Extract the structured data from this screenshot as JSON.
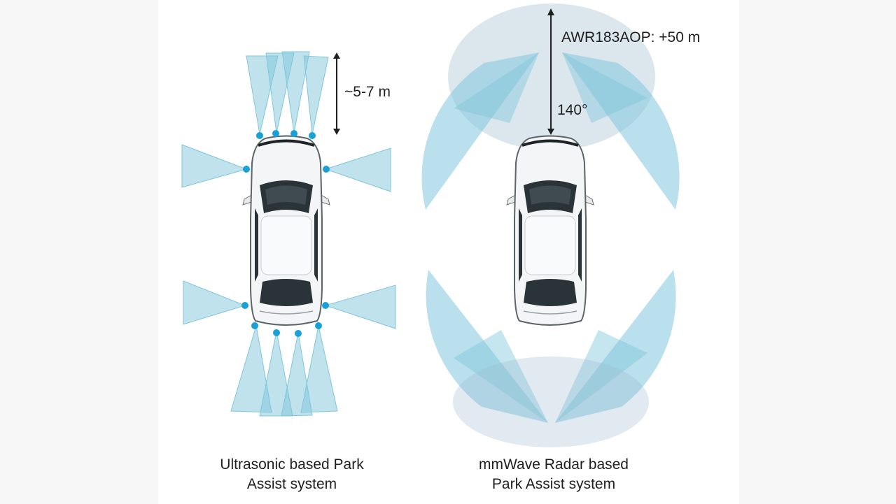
{
  "left_system": {
    "range_label": "~5-7 m",
    "caption_line1": "Ultrasonic based Park",
    "caption_line2": "Assist system"
  },
  "right_system": {
    "range_label": "AWR183AOP: +50 m",
    "angle_label": "140°",
    "caption_line1": "mmWave Radar based",
    "caption_line2": "Park Assist system"
  },
  "colors": {
    "background": "#f7f7f8",
    "panel": "#ffffff",
    "beam": "#7fc6dc",
    "sensor": "#1aa0d8",
    "car_body": "#f4f5f6",
    "glass": "#2a3438",
    "text": "#1f1f1f"
  }
}
